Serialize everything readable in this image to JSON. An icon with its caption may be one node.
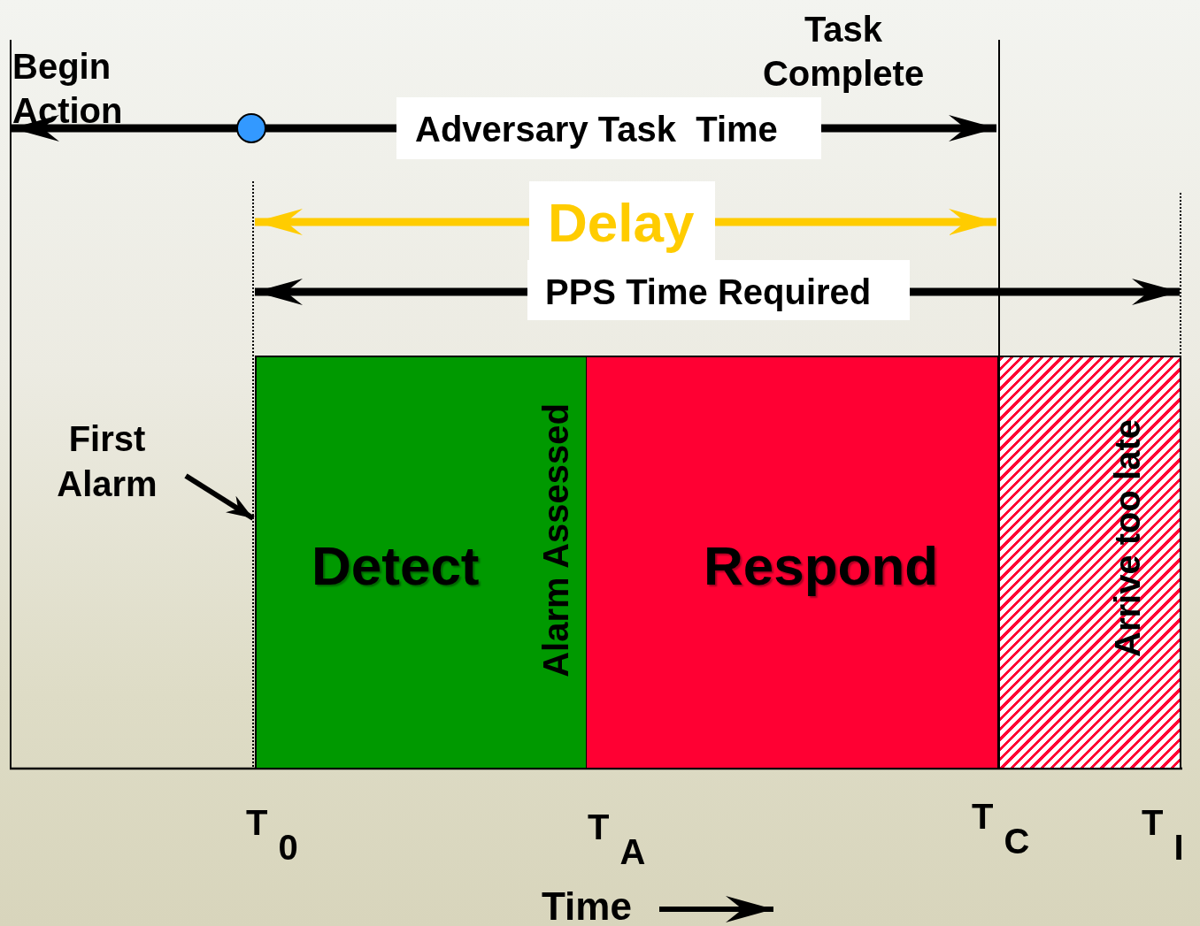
{
  "diagram": {
    "nodes": [
      {
        "text": [
          "First Alarm"
        ]
      },
      {
        "text": [
          "Detect",
          "Alarm Assessed"
        ]
      },
      {
        "text": [
          "Respond"
        ]
      },
      {
        "text": [
          "Arrive too late"
        ]
      }
    ],
    "edges": [
      {
        "from": 0,
        "to": 1,
        "arrow": "to"
      }
    ],
    "labels": [
      "Task Complete",
      "Begin Action",
      "Adversary Task  Time",
      "Delay",
      "PPS Time Required",
      "T$_{0}$",
      "T$_{A}$",
      "T$_{C}$",
      "T$_{I}$",
      "Time"
    ]
  }
}
